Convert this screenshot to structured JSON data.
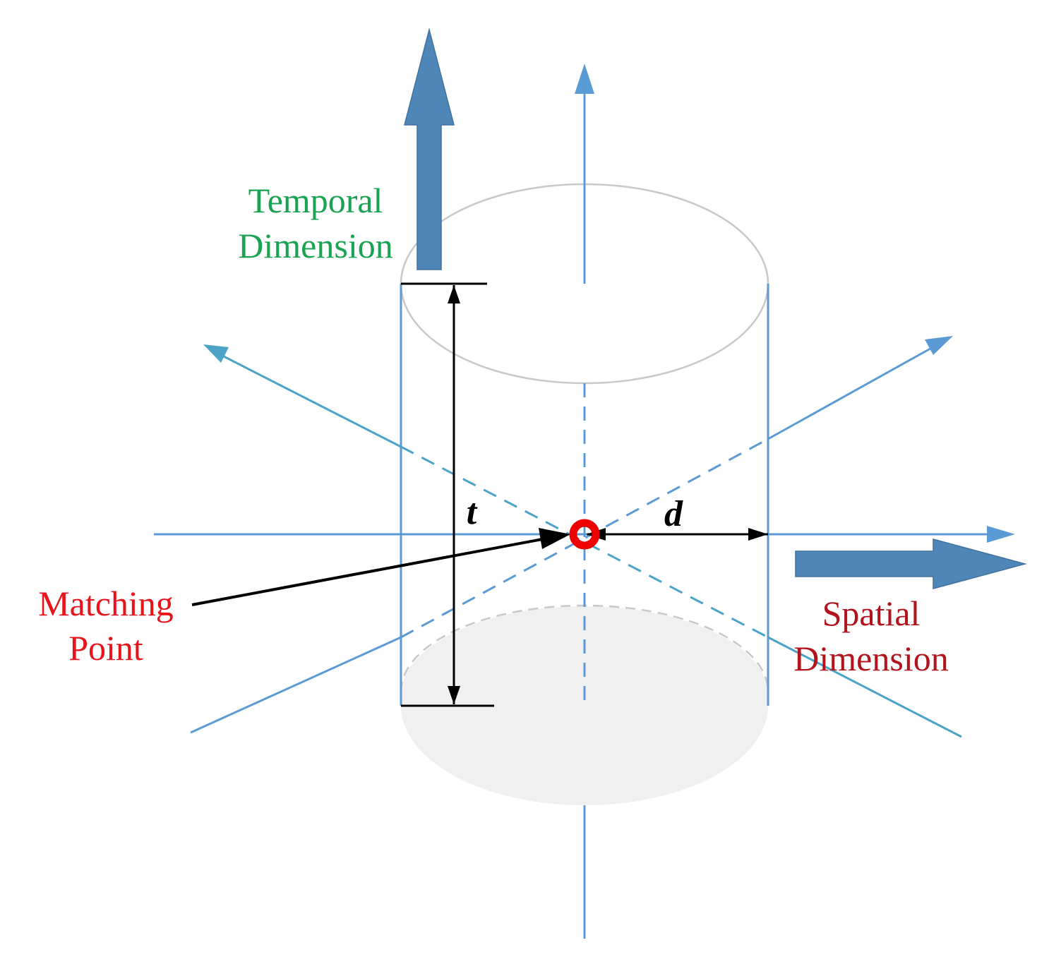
{
  "labels": {
    "temporal_line1": "Temporal",
    "temporal_line2": "Dimension",
    "spatial_line1": "Spatial",
    "spatial_line2": "Dimension",
    "matching_line1": "Matching",
    "matching_line2": "Point",
    "t_symbol": "t",
    "d_symbol": "d"
  },
  "colors": {
    "temporal_label": "#1aa352",
    "spatial_label": "#b3141c",
    "matching_label": "#e8141c",
    "axis_blue": "#5b9bd5",
    "axis_teal": "#4ba3c7",
    "big_arrow": "#4f86b8",
    "cylinder_edge": "#c8c8c8",
    "cylinder_base_fill": "#f0f0f1",
    "matching_point": "#ee0000",
    "dimension_lines": "#000000"
  }
}
